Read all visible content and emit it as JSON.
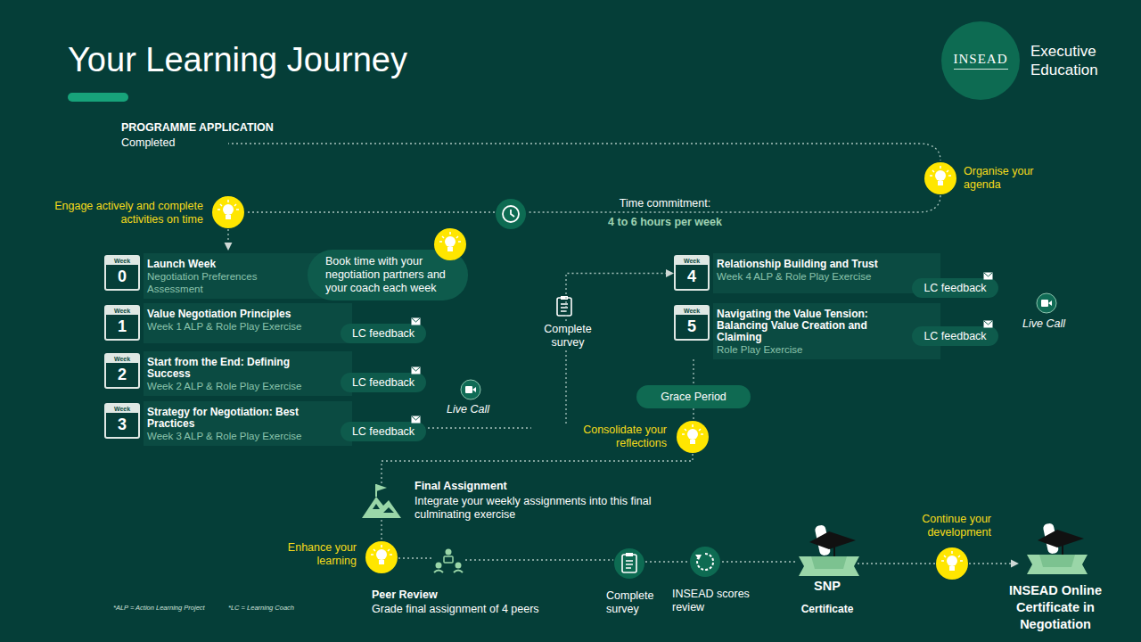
{
  "diagram": {
    "title": "Your Learning Journey",
    "nodes": [
      {
        "text": [
          "INSEAD",
          "Executive Education"
        ]
      },
      {
        "text": [
          "Week",
          "0",
          "Launch Week",
          "Negotiation Preferences Assessment"
        ]
      },
      {
        "text": [
          "Book time with your negotiation partners and your coach each week"
        ]
      },
      {
        "text": [
          "Week",
          "1",
          "Value Negotiation Principles",
          "Week 1 ALP & Role Play Exercise"
        ]
      },
      {
        "text": [
          "LC feedback"
        ]
      },
      {
        "text": [
          "Week",
          "2",
          "Start from the End: Defining Success",
          "Week 2 ALP & Role Play Exercise"
        ]
      },
      {
        "text": [
          "LC feedback"
        ]
      },
      {
        "text": [
          "Week",
          "3",
          "Strategy for Negotiation: Best Practices",
          "Week 3 ALP & Role Play Exercise"
        ]
      },
      {
        "text": [
          "LC feedback"
        ]
      },
      {
        "text": [
          "Week",
          "4",
          "Relationship Building and Trust",
          "Week 4 ALP & Role Play Exercise"
        ]
      },
      {
        "text": [
          "LC feedback"
        ]
      },
      {
        "text": [
          "Week",
          "5",
          "Navigating the Value Tension: Balancing Value Creation and Claiming",
          "Role Play Exercise"
        ]
      },
      {
        "text": [
          "LC feedback"
        ]
      },
      {
        "text": [
          "Grace Period"
        ]
      }
    ],
    "edges": [
      {
        "from": 7,
        "to": 9,
        "arrow": "to"
      },
      {
        "from": 11,
        "to": 13,
        "arrow": "none"
      }
    ],
    "labels": [
      "PROGRAMME APPLICATION",
      "Completed",
      "Organise your agenda",
      "Engage actively and complete activities on time",
      "Time commitment:",
      "4 to 6 hours per week",
      "Complete survey",
      "Live Call",
      "Live Call",
      "Consolidate your reflections",
      "Final Assignment",
      "Integrate your weekly assignments into this final culminating exercise",
      "Enhance your learning",
      "Peer Review",
      "Grade final assignment of 4 peers",
      "Complete survey",
      "INSEAD scores review",
      "SNP",
      "Certificate",
      "Continue your development",
      "INSEAD Online Certificate in Negotiation",
      "*ALP = Action Learning Project",
      "*LC = Learning Coach"
    ]
  }
}
